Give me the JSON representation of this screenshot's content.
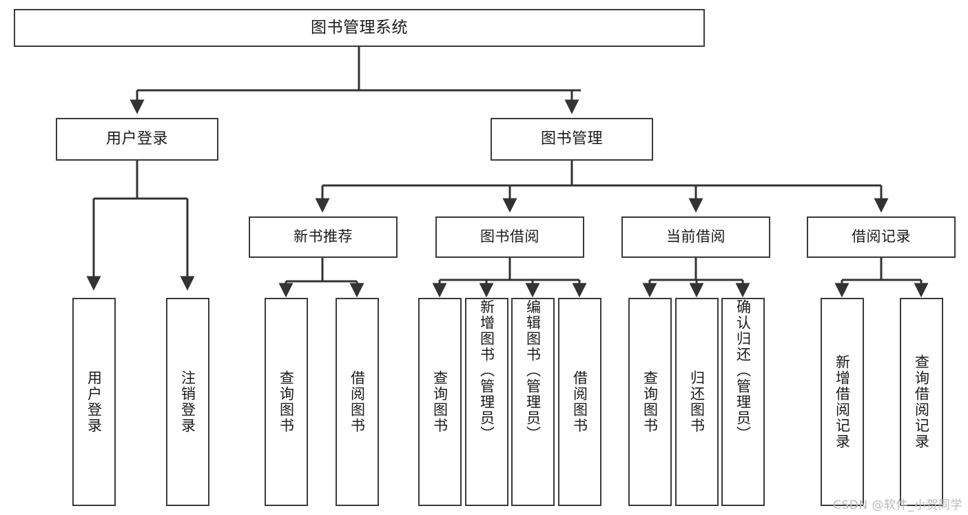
{
  "diagram": {
    "type": "tree-hierarchy-chart",
    "title": "图书管理系统",
    "orientation": "top-down",
    "colors": {
      "box_border": "#3a3a3a",
      "box_fill": "#ffffff",
      "edge": "#333333",
      "text": "#1a1a1a",
      "watermark": "#b9b9b9",
      "background": "#ffffff"
    },
    "watermark": "CSDN @软件_小贺同学",
    "nodes": {
      "root": {
        "label": "图书管理系统"
      },
      "level1": [
        {
          "label": "用户登录"
        },
        {
          "label": "图书管理"
        }
      ],
      "level2": [
        {
          "label": "新书推荐"
        },
        {
          "label": "图书借阅"
        },
        {
          "label": "当前借阅"
        },
        {
          "label": "借阅记录"
        }
      ],
      "leaves": {
        "user_login": [
          {
            "label": "用户登录"
          },
          {
            "label": "注销登录"
          }
        ],
        "new_book_recommend": [
          {
            "label": "查询图书"
          },
          {
            "label": "借阅图书"
          }
        ],
        "book_borrow": [
          {
            "label": "查询图书"
          },
          {
            "label": "新增图书（管理员）"
          },
          {
            "label": "编辑图书（管理员）"
          },
          {
            "label": "借阅图书"
          }
        ],
        "current_borrow": [
          {
            "label": "查询图书"
          },
          {
            "label": "归还图书"
          },
          {
            "label": "确认归还（管理员）"
          }
        ],
        "borrow_records": [
          {
            "label": "新增借阅记录"
          },
          {
            "label": "查询借阅记录"
          }
        ]
      }
    }
  }
}
